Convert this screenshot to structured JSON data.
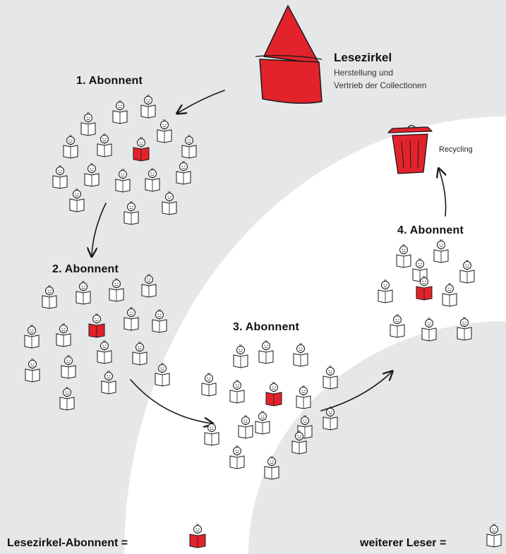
{
  "company": {
    "name": "Lesezirkel",
    "desc_line1": "Herstellung und",
    "desc_line2": "Vertrieb der Collectionen"
  },
  "stages": [
    {
      "label": "1. Abonnent",
      "readers": 15
    },
    {
      "label": "2. Abonnent",
      "readers": 15
    },
    {
      "label": "3. Abonnent",
      "readers": 15
    },
    {
      "label": "4. Abonnent",
      "readers": 9
    }
  ],
  "recycling": "Recycling",
  "legend": {
    "subscriber": "Lesezirkel-Abonnent =",
    "reader": "weiterer Leser ="
  },
  "colors": {
    "accent": "#e3232b",
    "band": "#e6e7e8",
    "ink": "#1a1a1a"
  },
  "icons": {
    "house": "house-icon",
    "trash": "recycling-bin-icon",
    "subscriber": "reader-red-book-icon",
    "reader": "reader-white-book-icon"
  }
}
